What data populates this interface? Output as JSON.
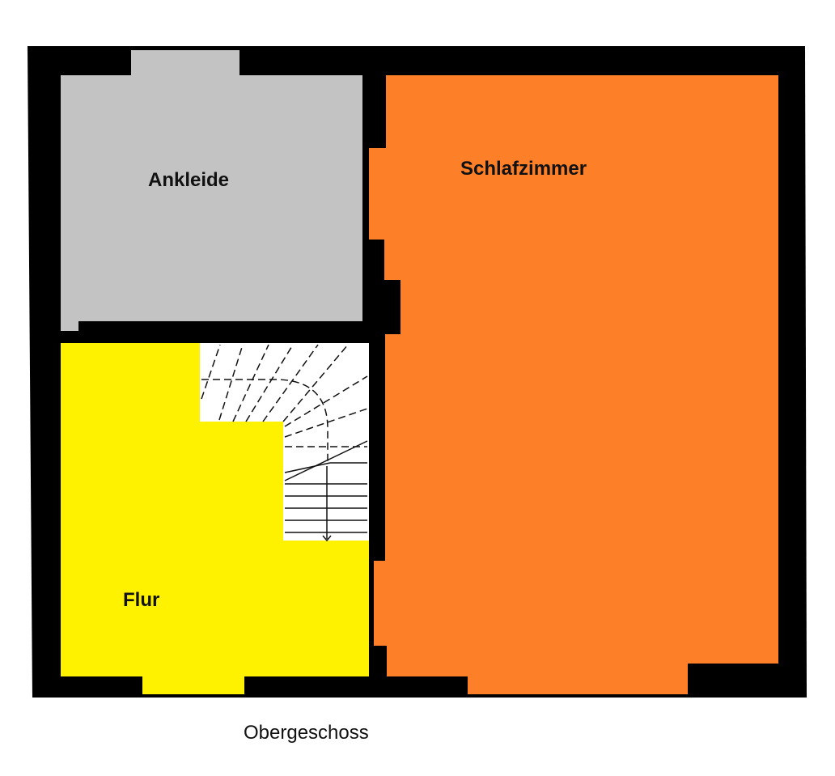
{
  "plan": {
    "rooms": {
      "ankleide": {
        "label": "Ankleide",
        "color": "#c3c3c3"
      },
      "schlafzimmer": {
        "label": "Schlafzimmer",
        "color": "#fd7f28"
      },
      "flur": {
        "label": "Flur",
        "color": "#fff200"
      }
    },
    "wall_color": "#000000",
    "stair_color": "#ffffff",
    "caption": "Obergeschoss"
  }
}
